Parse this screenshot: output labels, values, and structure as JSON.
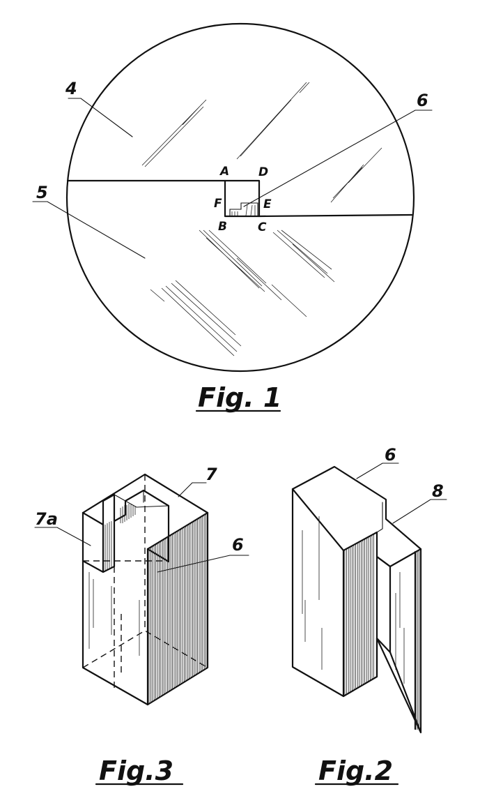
{
  "fig1": {
    "caption": "Fig. 1",
    "refs": {
      "r4": "4",
      "r5": "5",
      "r6": "6"
    },
    "points": {
      "A": "A",
      "B": "B",
      "C": "C",
      "D": "D",
      "E": "E",
      "F": "F"
    }
  },
  "fig3": {
    "caption": "Fig.3",
    "refs": {
      "r7": "7",
      "r7a": "7a",
      "r6": "6"
    }
  },
  "fig2": {
    "caption": "Fig.2",
    "refs": {
      "r6": "6",
      "r8": "8"
    }
  }
}
